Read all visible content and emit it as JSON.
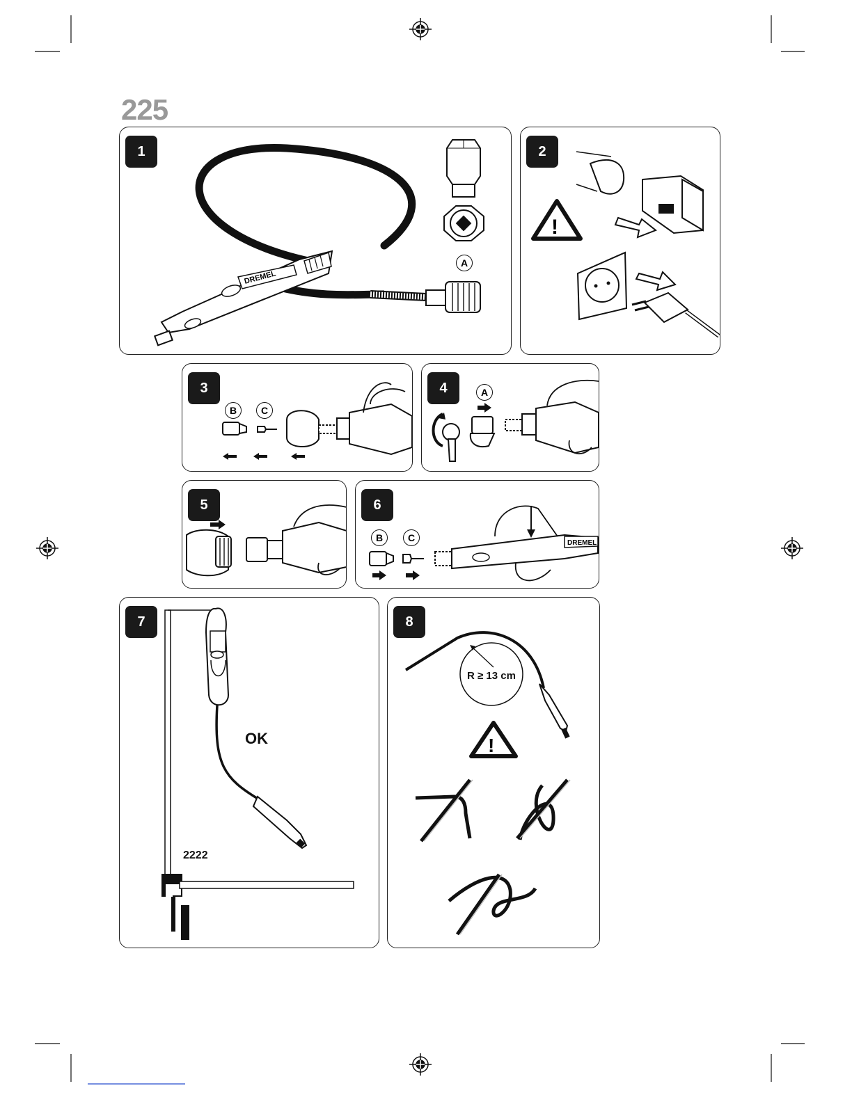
{
  "page": {
    "title": "225"
  },
  "panels": {
    "p1": {
      "step": "1",
      "labels": [
        "A"
      ]
    },
    "p2": {
      "step": "2"
    },
    "p3": {
      "step": "3",
      "labels": [
        "B",
        "C"
      ]
    },
    "p4": {
      "step": "4",
      "labels": [
        "A"
      ]
    },
    "p5": {
      "step": "5"
    },
    "p6": {
      "step": "6",
      "labels": [
        "B",
        "C"
      ]
    },
    "p7": {
      "step": "7",
      "ok": "OK",
      "model": "2222"
    },
    "p8": {
      "step": "8",
      "radius": "R ≥ 13 cm"
    }
  },
  "brand_text": "DREMEL",
  "icons": [
    "registration-mark-icon",
    "warning-triangle-icon",
    "arrow-icon",
    "wall-socket-icon",
    "plug-icon",
    "battery-icon",
    "hex-key-icon",
    "forbidden-cross-icon"
  ]
}
